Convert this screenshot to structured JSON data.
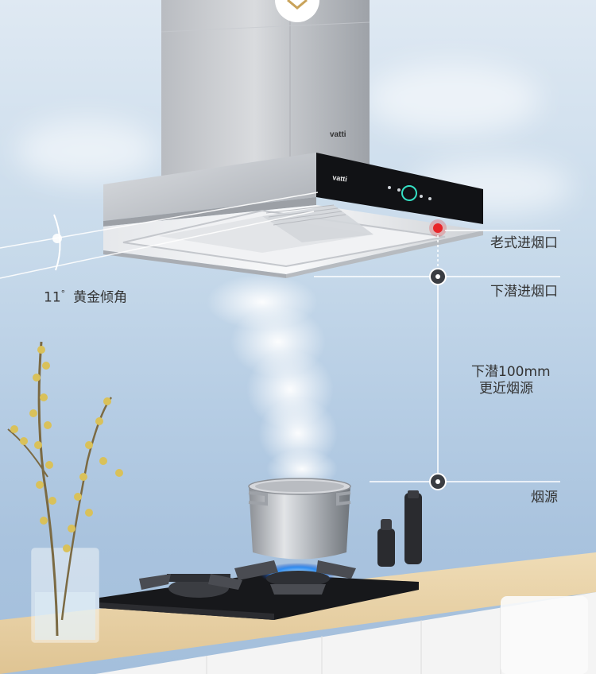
{
  "brand": "vatti",
  "annotations": {
    "tilt_value": "11",
    "tilt_unit": "°",
    "tilt_text": "黄金倾角",
    "old_inlet": "老式进烟口",
    "lower_inlet": "下潜进烟口",
    "distance_line1": "下潜100mm",
    "distance_line2": "更近烟源",
    "smoke_source": "烟源"
  },
  "colors": {
    "sky_top": "#dfe9f3",
    "sky_bottom": "#a4bfdc",
    "steel": "#c8cbd0",
    "panel_black": "#111215",
    "indicator_red": "#e8262a",
    "countertop": "#e9d3a8",
    "cabinet": "#f4f4f4"
  }
}
